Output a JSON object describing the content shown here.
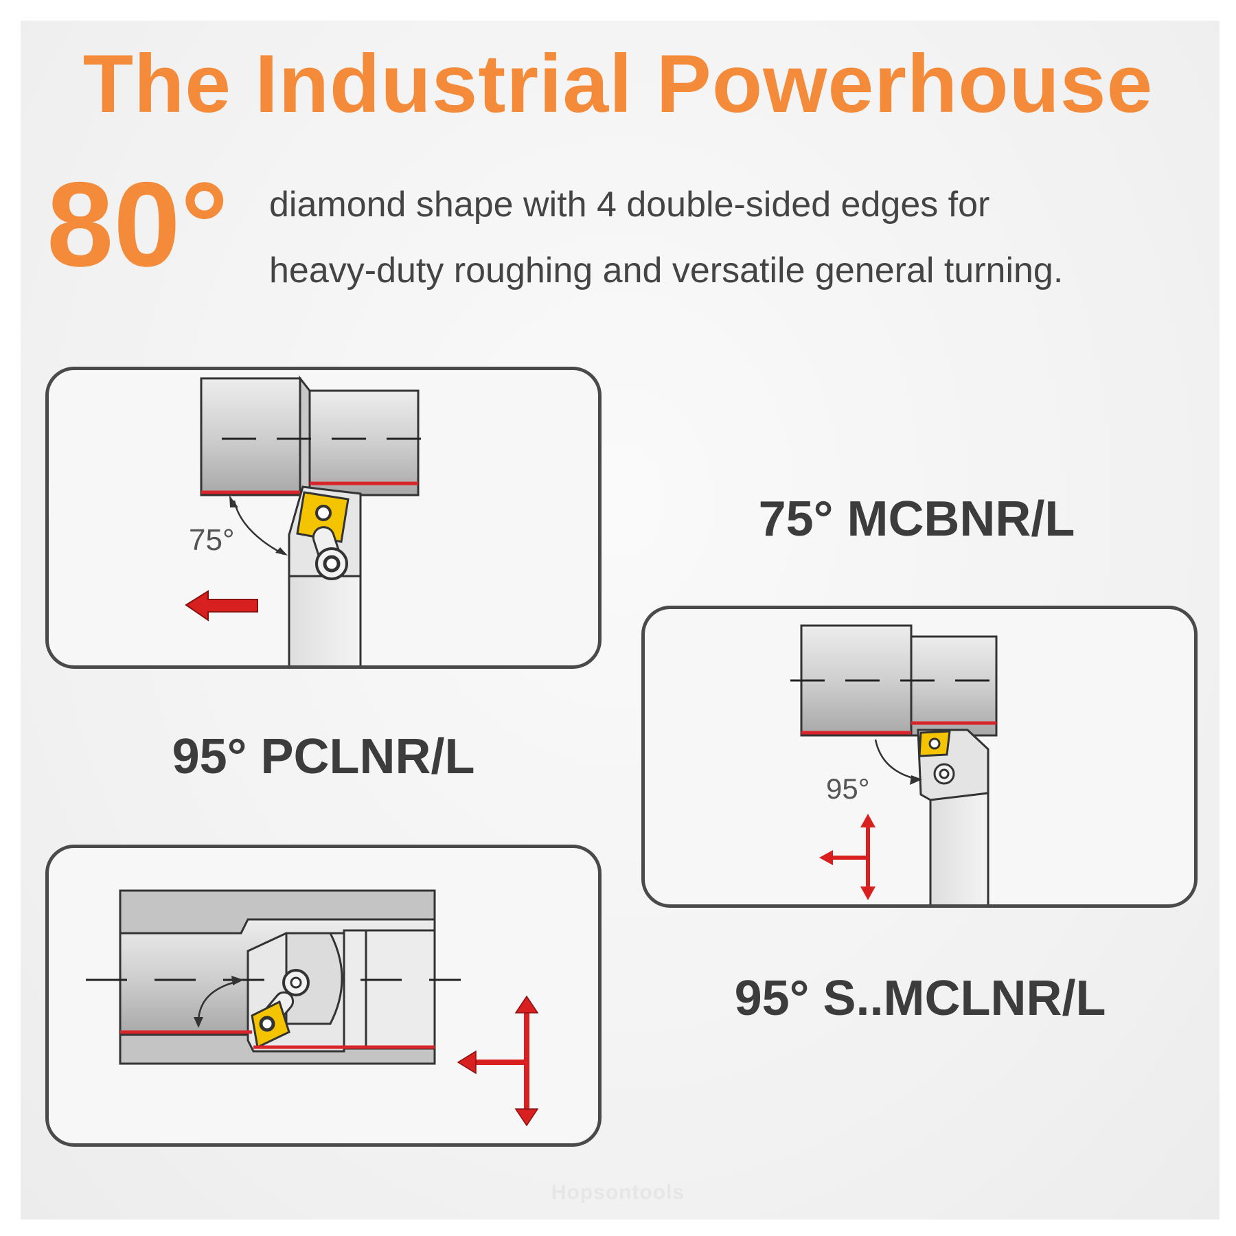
{
  "header": {
    "title": "The Industrial Powerhouse",
    "angle": "80°",
    "description_line1": "diamond shape with 4 double-sided edges for",
    "description_line2": "heavy-duty roughing and versatile general turning."
  },
  "tools": [
    {
      "label": "75° MCBNR/L",
      "angle_mark": "75°"
    },
    {
      "label": "95° PCLNR/L",
      "angle_mark": "95°"
    },
    {
      "label": "95° S..MCLNR/L"
    }
  ],
  "watermark": "Hopsontools",
  "colors": {
    "accent": "#f38b3a",
    "insert": "#f5c400",
    "arrow": "#d92020",
    "edge_line": "#d8252b"
  }
}
